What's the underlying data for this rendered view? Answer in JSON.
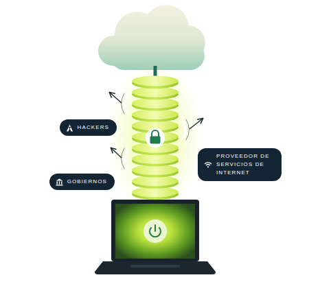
{
  "diagram": {
    "nodes": [
      {
        "text": [
          "HACKERS"
        ]
      },
      {
        "text": [
          "PROVEEDOR DE SERVICIOS DE INTERNET"
        ]
      },
      {
        "text": [
          "GOBIERNOS"
        ]
      }
    ]
  }
}
